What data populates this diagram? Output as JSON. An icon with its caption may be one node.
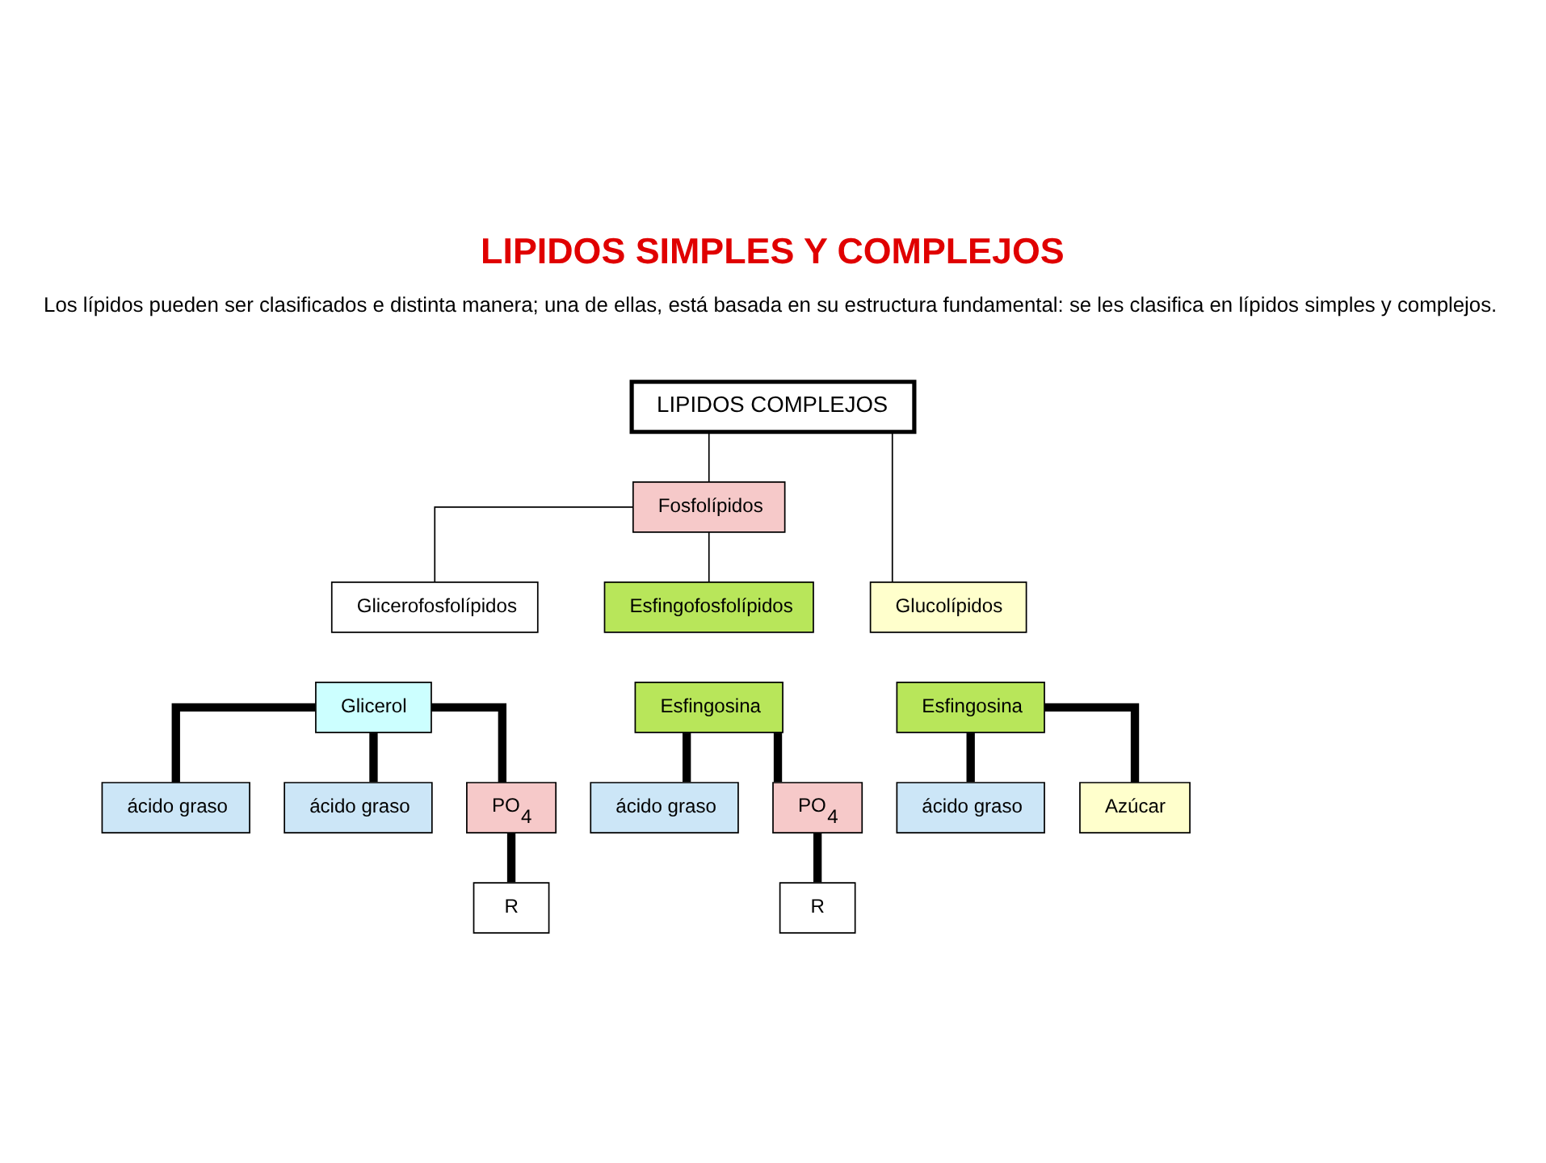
{
  "diagram": {
    "title": "LIPIDOS SIMPLES Y COMPLEJOS",
    "nodes": [
      {
        "text": [
          "LIPIDOS COMPLEJOS"
        ]
      },
      {
        "text": [
          "Fosfolípidos"
        ]
      },
      {
        "text": [
          "Glicerofosfolípidos"
        ]
      },
      {
        "text": [
          "Esfingofosfolípidos"
        ]
      },
      {
        "text": [
          "Glucolípidos"
        ]
      },
      {
        "text": [
          "Glicerol"
        ]
      },
      {
        "text": [
          "ácido graso"
        ]
      },
      {
        "text": [
          "ácido graso"
        ]
      },
      {
        "text": [
          "PO$_{4}$"
        ]
      },
      {
        "text": [
          "R"
        ]
      },
      {
        "text": [
          "Esfingosina"
        ]
      },
      {
        "text": [
          "ácido graso"
        ]
      },
      {
        "text": [
          "PO$_{4}$"
        ]
      },
      {
        "text": [
          "R"
        ]
      },
      {
        "text": [
          "Esfingosina"
        ]
      },
      {
        "text": [
          "ácido graso"
        ]
      },
      {
        "text": [
          "Azúcar"
        ]
      }
    ],
    "edges": [
      {
        "from": 0,
        "to": 1,
        "arrow": "none"
      },
      {
        "from": 0,
        "to": 4,
        "arrow": "none"
      },
      {
        "from": 1,
        "to": 2,
        "arrow": "none"
      },
      {
        "from": 1,
        "to": 3,
        "arrow": "none"
      },
      {
        "from": 5,
        "to": 6,
        "arrow": "none"
      },
      {
        "from": 5,
        "to": 7,
        "arrow": "none"
      },
      {
        "from": 5,
        "to": 8,
        "arrow": "none"
      },
      {
        "from": 8,
        "to": 9,
        "arrow": "none"
      },
      {
        "from": 10,
        "to": 11,
        "arrow": "none"
      },
      {
        "from": 10,
        "to": 12,
        "arrow": "none"
      },
      {
        "from": 12,
        "to": 13,
        "arrow": "none"
      },
      {
        "from": 14,
        "to": 15,
        "arrow": "none"
      },
      {
        "from": 14,
        "to": 16,
        "arrow": "none"
      }
    ],
    "labels": [
      "Los lípidos pueden ser clasificados e distinta manera; una de ellas, está basada en su estructura fundamental: se les clasifica en lípidos simples y complejos."
    ]
  }
}
